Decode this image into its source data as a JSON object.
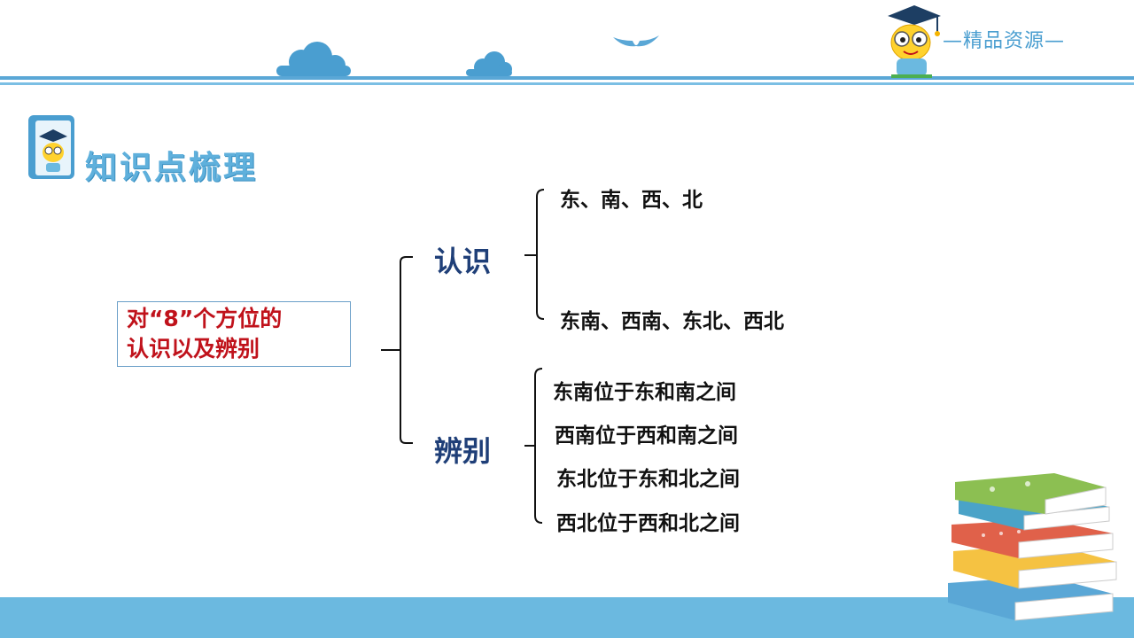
{
  "header": {
    "brand_text": "—精品资源—"
  },
  "section": {
    "title": "知识点梳理"
  },
  "mindmap": {
    "root_line1": "对“8”个方位的",
    "root_line2": "认识以及辨别",
    "branches": [
      {
        "label": "认识",
        "leaves": [
          "东、南、西、北",
          "东南、西南、东北、西北"
        ]
      },
      {
        "label": "辨别",
        "leaves": [
          "东南位于东和南之间",
          "西南位于西和南之间",
          "东北位于东和北之间",
          "西北位于西和北之间"
        ]
      }
    ]
  },
  "colors": {
    "accent_blue": "#5fb0dc",
    "root_text_red": "#c0121b",
    "branch_text_navy": "#1f3f78"
  }
}
